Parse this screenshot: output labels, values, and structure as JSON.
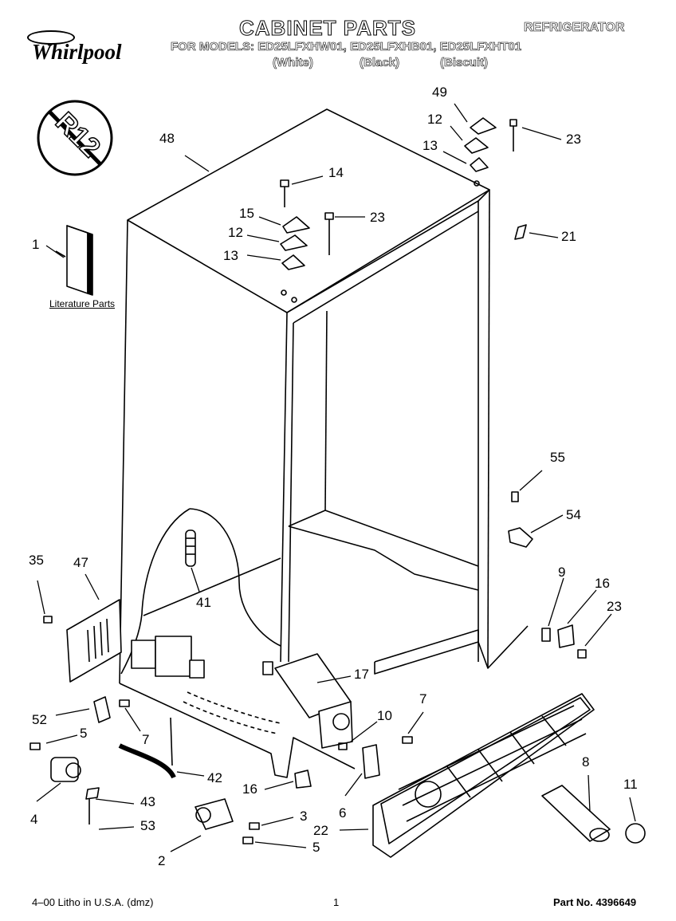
{
  "header": {
    "brand": "Whirlpool",
    "title": "CABINET PARTS",
    "category": "REFRIGERATOR",
    "models_line": "FOR MODELS: ED25LFXHW01, ED25LFXHB01, ED25LFXHT01",
    "colors": [
      "(White)",
      "(Black)",
      "(Biscuit)"
    ]
  },
  "badge": {
    "text": "R12"
  },
  "literature_label": "Literature Parts",
  "callouts": {
    "c48": "48",
    "c49": "49",
    "c12a": "12",
    "c13a": "13",
    "c23a": "23",
    "c14": "14",
    "c15": "15",
    "c23b": "23",
    "c12b": "12",
    "c13b": "13",
    "c1": "1",
    "c21": "21",
    "c55": "55",
    "c54": "54",
    "c35": "35",
    "c47": "47",
    "c41": "41",
    "c9": "9",
    "c16a": "16",
    "c23c": "23",
    "c17": "17",
    "c52": "52",
    "c5a": "5",
    "c7a": "7",
    "c10": "10",
    "c7b": "7",
    "c8": "8",
    "c11": "11",
    "c42": "42",
    "c16b": "16",
    "c6": "6",
    "c4": "4",
    "c43": "43",
    "c53": "53",
    "c3": "3",
    "c22": "22",
    "c5b": "5",
    "c2": "2"
  },
  "footer": {
    "litho": "4–00 Litho in U.S.A. (dmz)",
    "page": "1",
    "part_no": "Part No. 4396649"
  }
}
